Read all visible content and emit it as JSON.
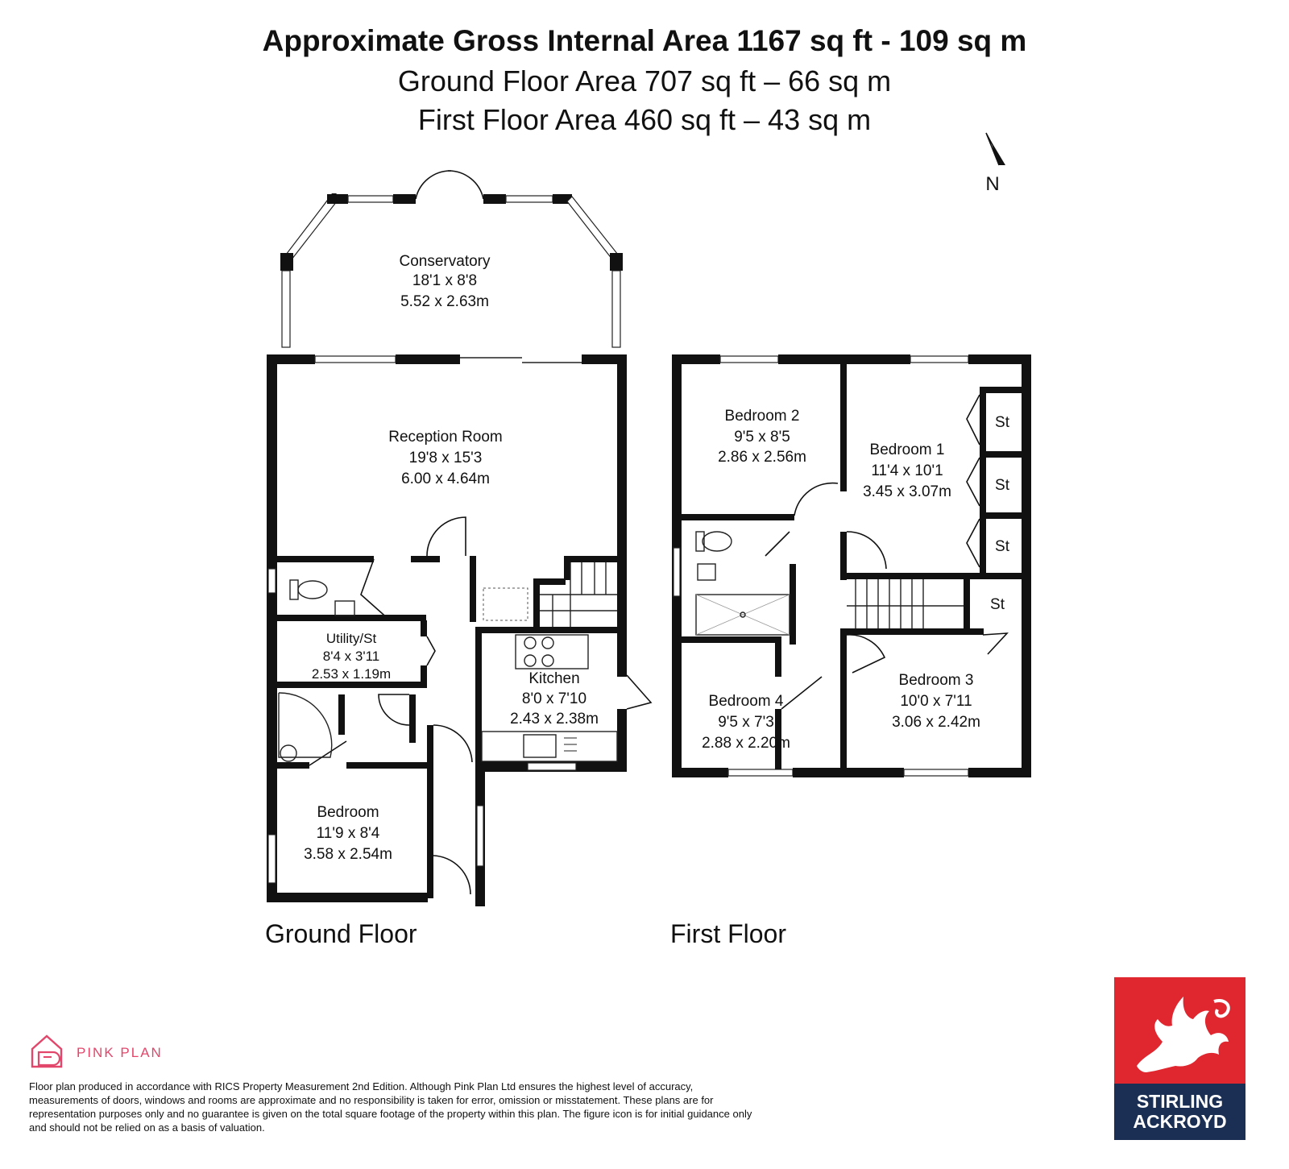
{
  "header": {
    "total_area": "Approximate Gross Internal Area 1167 sq ft - 109 sq m",
    "ground_area": "Ground Floor Area 707 sq ft – 66 sq m",
    "first_area": "First Floor Area 460 sq ft – 43 sq m"
  },
  "compass": {
    "label": "N"
  },
  "ground_floor": {
    "label": "Ground Floor",
    "conservatory": {
      "name": "Conservatory",
      "imperial": "18'1 x 8'8",
      "metric": "5.52 x 2.63m"
    },
    "reception": {
      "name": "Reception Room",
      "imperial": "19'8 x 15'3",
      "metric": "6.00 x 4.64m"
    },
    "utility": {
      "name": "Utility/St",
      "imperial": "8'4 x 3'11",
      "metric": "2.53 x 1.19m"
    },
    "kitchen": {
      "name": "Kitchen",
      "imperial": "8'0 x 7'10",
      "metric": "2.43 x 2.38m"
    },
    "bedroom": {
      "name": "Bedroom",
      "imperial": "11'9 x 8'4",
      "metric": "3.58 x 2.54m"
    }
  },
  "first_floor": {
    "label": "First Floor",
    "bedroom2": {
      "name": "Bedroom 2",
      "imperial": "9'5 x 8'5",
      "metric": "2.86 x 2.56m"
    },
    "bedroom1": {
      "name": "Bedroom 1",
      "imperial": "11'4 x 10'1",
      "metric": "3.45 x 3.07m"
    },
    "bedroom4": {
      "name": "Bedroom 4",
      "imperial": "9'5 x 7'3",
      "metric": "2.88 x 2.20m"
    },
    "bedroom3": {
      "name": "Bedroom 3",
      "imperial": "10'0 x 7'11",
      "metric": "3.06 x 2.42m"
    },
    "store_label": "St"
  },
  "footer": {
    "brand": "PINK PLAN",
    "disclaimer": "Floor plan produced in accordance with RICS Property Measurement 2nd Edition. Although Pink Plan Ltd ensures the highest level of accuracy, measurements of doors, windows and rooms are approximate and no responsibility is taken for error, omission or misstatement. These plans are for representation purposes only and no guarantee is given on the total square footage of the property within this plan. The figure icon is for initial guidance only and should not be relied on as a basis of valuation.",
    "agent_line1": "STIRLING",
    "agent_line2": "ACKROYD"
  },
  "colors": {
    "wall": "#111111",
    "pink_brand": "#e2476b",
    "agent_red": "#e0262f",
    "agent_navy": "#1b2f54"
  }
}
